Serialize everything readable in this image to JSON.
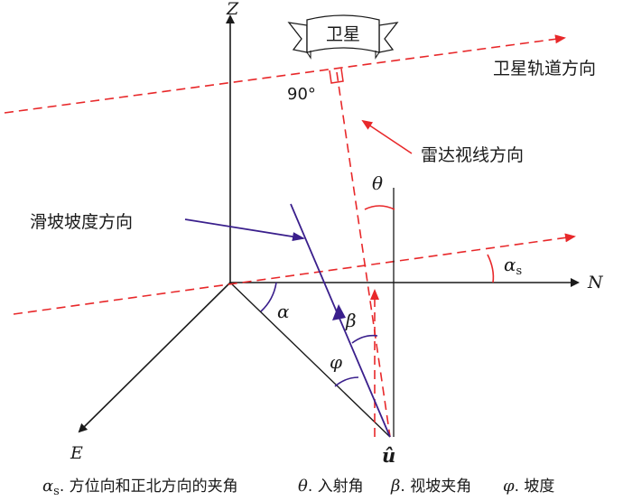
{
  "labels": {
    "axis_z": "Z",
    "axis_n": "N",
    "axis_e": "E",
    "satellite": "卫星",
    "orbit_direction": "卫星轨道方向",
    "right_angle": "90°",
    "radar_los": "雷达视线方向",
    "slope_direction": "滑坡坡度方向",
    "theta": "θ",
    "alpha_s": "α",
    "alpha_s_sub": "s",
    "alpha": "α",
    "beta": "β",
    "phi": "φ",
    "unit_vector": "û"
  },
  "legend": {
    "alpha_s_symbol": "α",
    "alpha_s_sub": "s",
    "alpha_s_text": ". 方位向和正北方向的夹角",
    "theta_symbol": "θ",
    "theta_text": ". 入射角",
    "beta_symbol": "β",
    "beta_text": ". 视坡夹角",
    "phi_symbol": "φ",
    "phi_text": ". 坡度"
  },
  "colors": {
    "axis": "#1a1a1a",
    "red": "#e8282a",
    "purple": "#3a1f8c",
    "text": "#1a1a1a"
  }
}
